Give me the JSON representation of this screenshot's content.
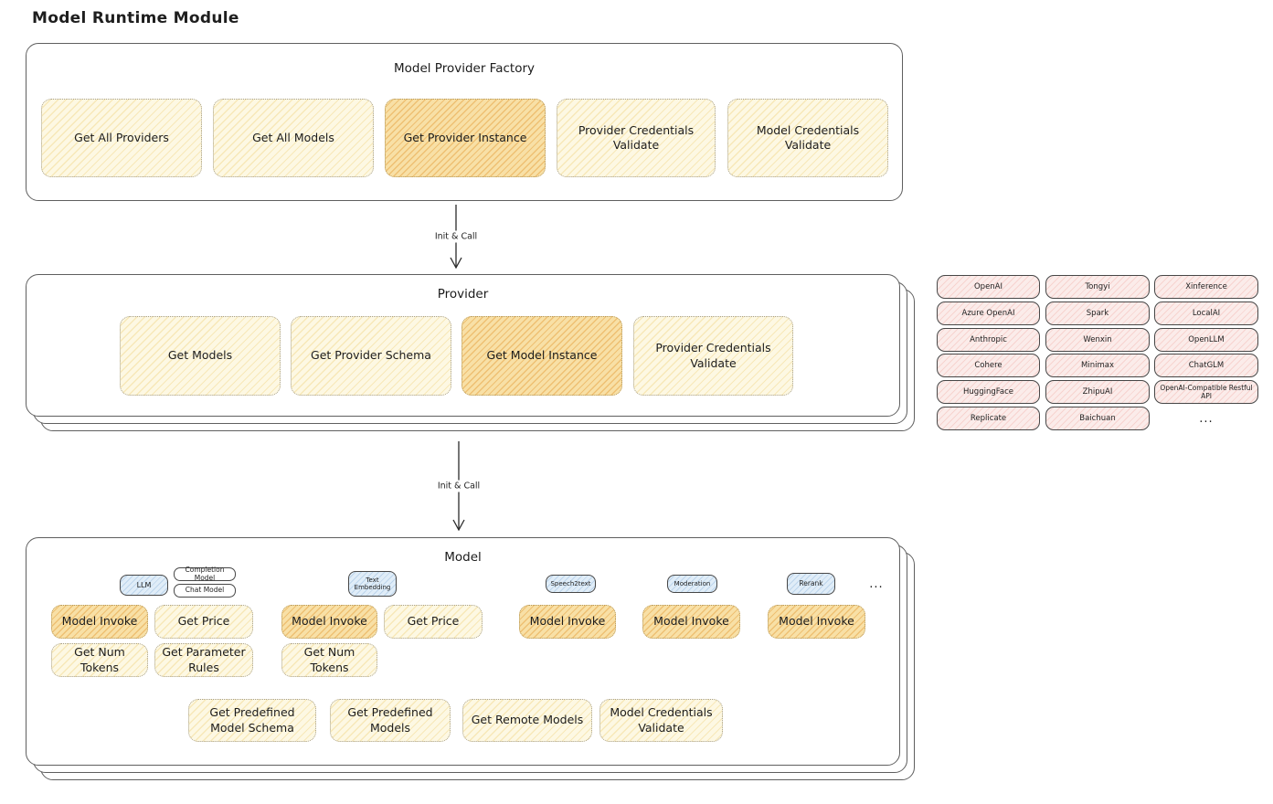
{
  "page": {
    "title": "Model Runtime Module"
  },
  "factory": {
    "title": "Model Provider Factory",
    "buttons": [
      {
        "label": "Get All Providers",
        "highlight": false
      },
      {
        "label": "Get All Models",
        "highlight": false
      },
      {
        "label": "Get Provider Instance",
        "highlight": true
      },
      {
        "label": "Provider Credentials Validate",
        "highlight": false
      },
      {
        "label": "Model Credentials Validate",
        "highlight": false
      }
    ]
  },
  "arrow1": {
    "label": "Init & Call"
  },
  "arrow2": {
    "label": "Init & Call"
  },
  "provider": {
    "title": "Provider",
    "buttons": [
      {
        "label": "Get Models",
        "highlight": false
      },
      {
        "label": "Get Provider Schema",
        "highlight": false
      },
      {
        "label": "Get Model Instance",
        "highlight": true
      },
      {
        "label": "Provider Credentials Validate",
        "highlight": false
      }
    ]
  },
  "providers_list": {
    "rows": [
      [
        "OpenAI",
        "Tongyi",
        "Xinference"
      ],
      [
        "Azure OpenAI",
        "Spark",
        "LocalAI"
      ],
      [
        "Anthropic",
        "Wenxin",
        "OpenLLM"
      ],
      [
        "Cohere",
        "Minimax",
        "ChatGLM"
      ],
      [
        "HuggingFace",
        "ZhipuAI",
        "OpenAI-Compatible Restful API"
      ],
      [
        "Replicate",
        "Baichuan"
      ]
    ],
    "more": "..."
  },
  "model": {
    "title": "Model",
    "tags": {
      "llm": "LLM",
      "completion_model": "Completion Model",
      "chat_model": "Chat Model",
      "text_embedding": "Text Embedding",
      "speech2text": "Speech2text",
      "moderation": "Moderation",
      "rerank": "Rerank",
      "more": "..."
    },
    "buttons": {
      "llm_invoke": "Model Invoke",
      "llm_price": "Get Price",
      "llm_tokens": "Get Num Tokens",
      "llm_rules": "Get Parameter Rules",
      "emb_invoke": "Model Invoke",
      "emb_price": "Get Price",
      "emb_tokens": "Get Num Tokens",
      "s2t_invoke": "Model Invoke",
      "mod_invoke": "Model Invoke",
      "rerank_invoke": "Model Invoke",
      "predefined_schema": "Get Predefined Model Schema",
      "predefined_models": "Get Predefined Models",
      "remote_models": "Get Remote Models",
      "credentials_validate": "Model Credentials Validate"
    }
  },
  "colors": {
    "button_yellow": "#fdf8e3",
    "button_highlight": "#f8e0a6",
    "provider_pink": "#fbecea",
    "tag_blue": "#e0edf8",
    "ink": "#1e1e1e"
  }
}
